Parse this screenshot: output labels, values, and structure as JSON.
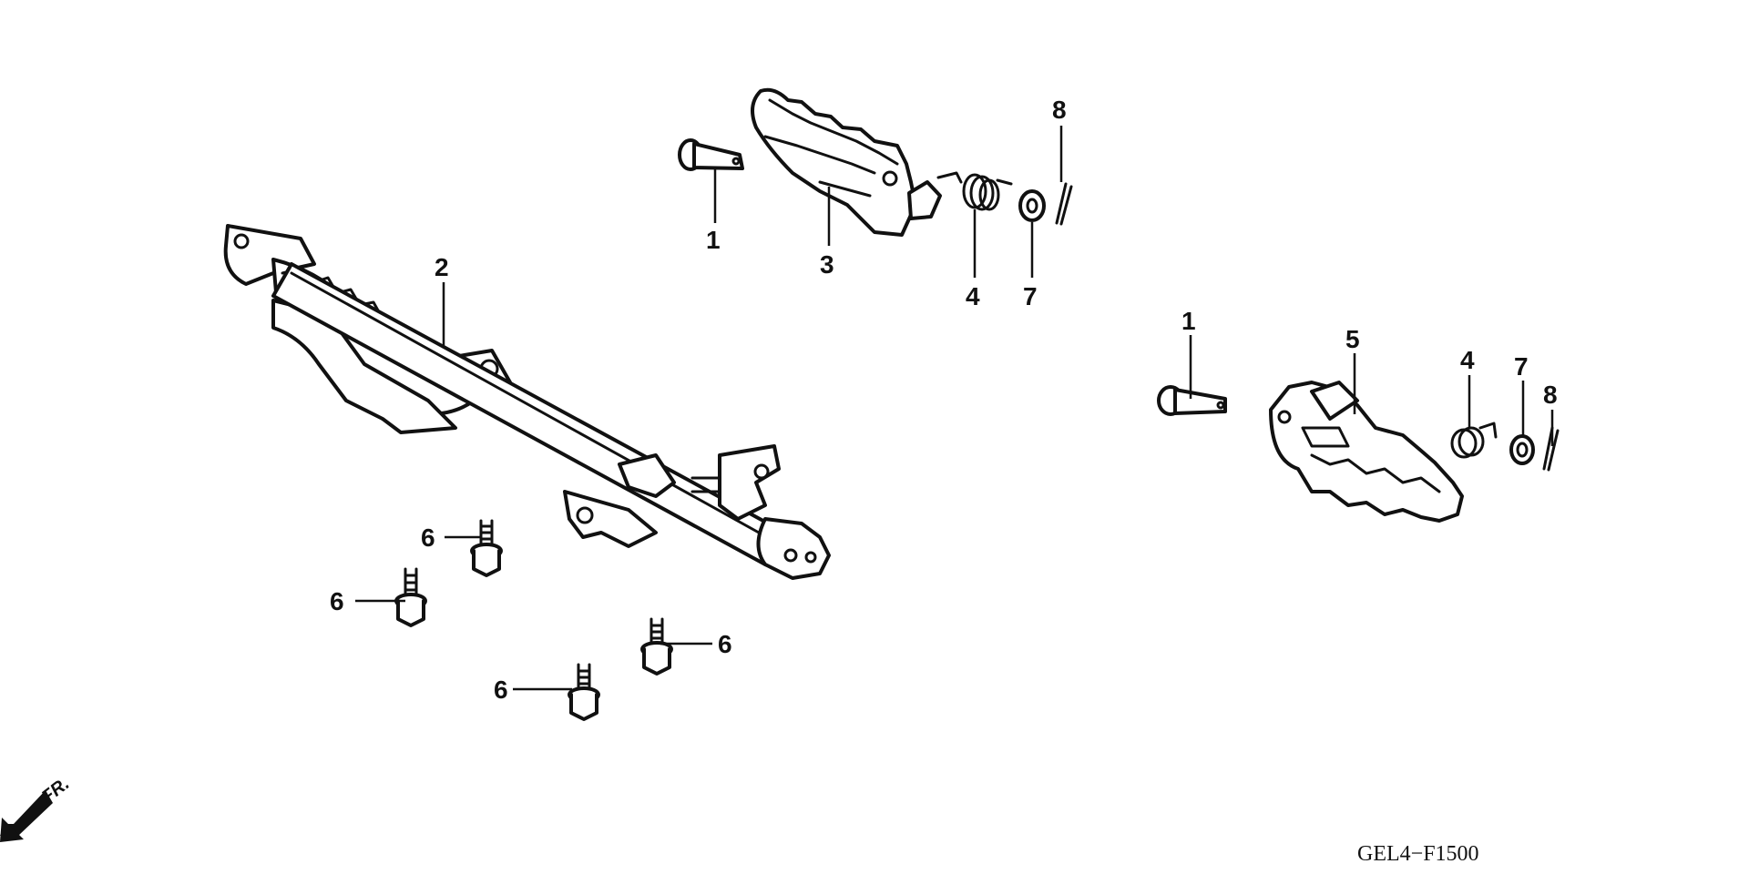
{
  "diagram": {
    "callouts": {
      "c1a": "1",
      "c3": "3",
      "c4a": "4",
      "c7a": "7",
      "c8a": "8",
      "c2": "2",
      "c1b": "1",
      "c5": "5",
      "c4b": "4",
      "c7b": "7",
      "c8b": "8",
      "c6a": "6",
      "c6b": "6",
      "c6c": "6",
      "c6d": "6"
    },
    "direction_label": "FR.",
    "figure_code": "GEL4−F1500"
  }
}
